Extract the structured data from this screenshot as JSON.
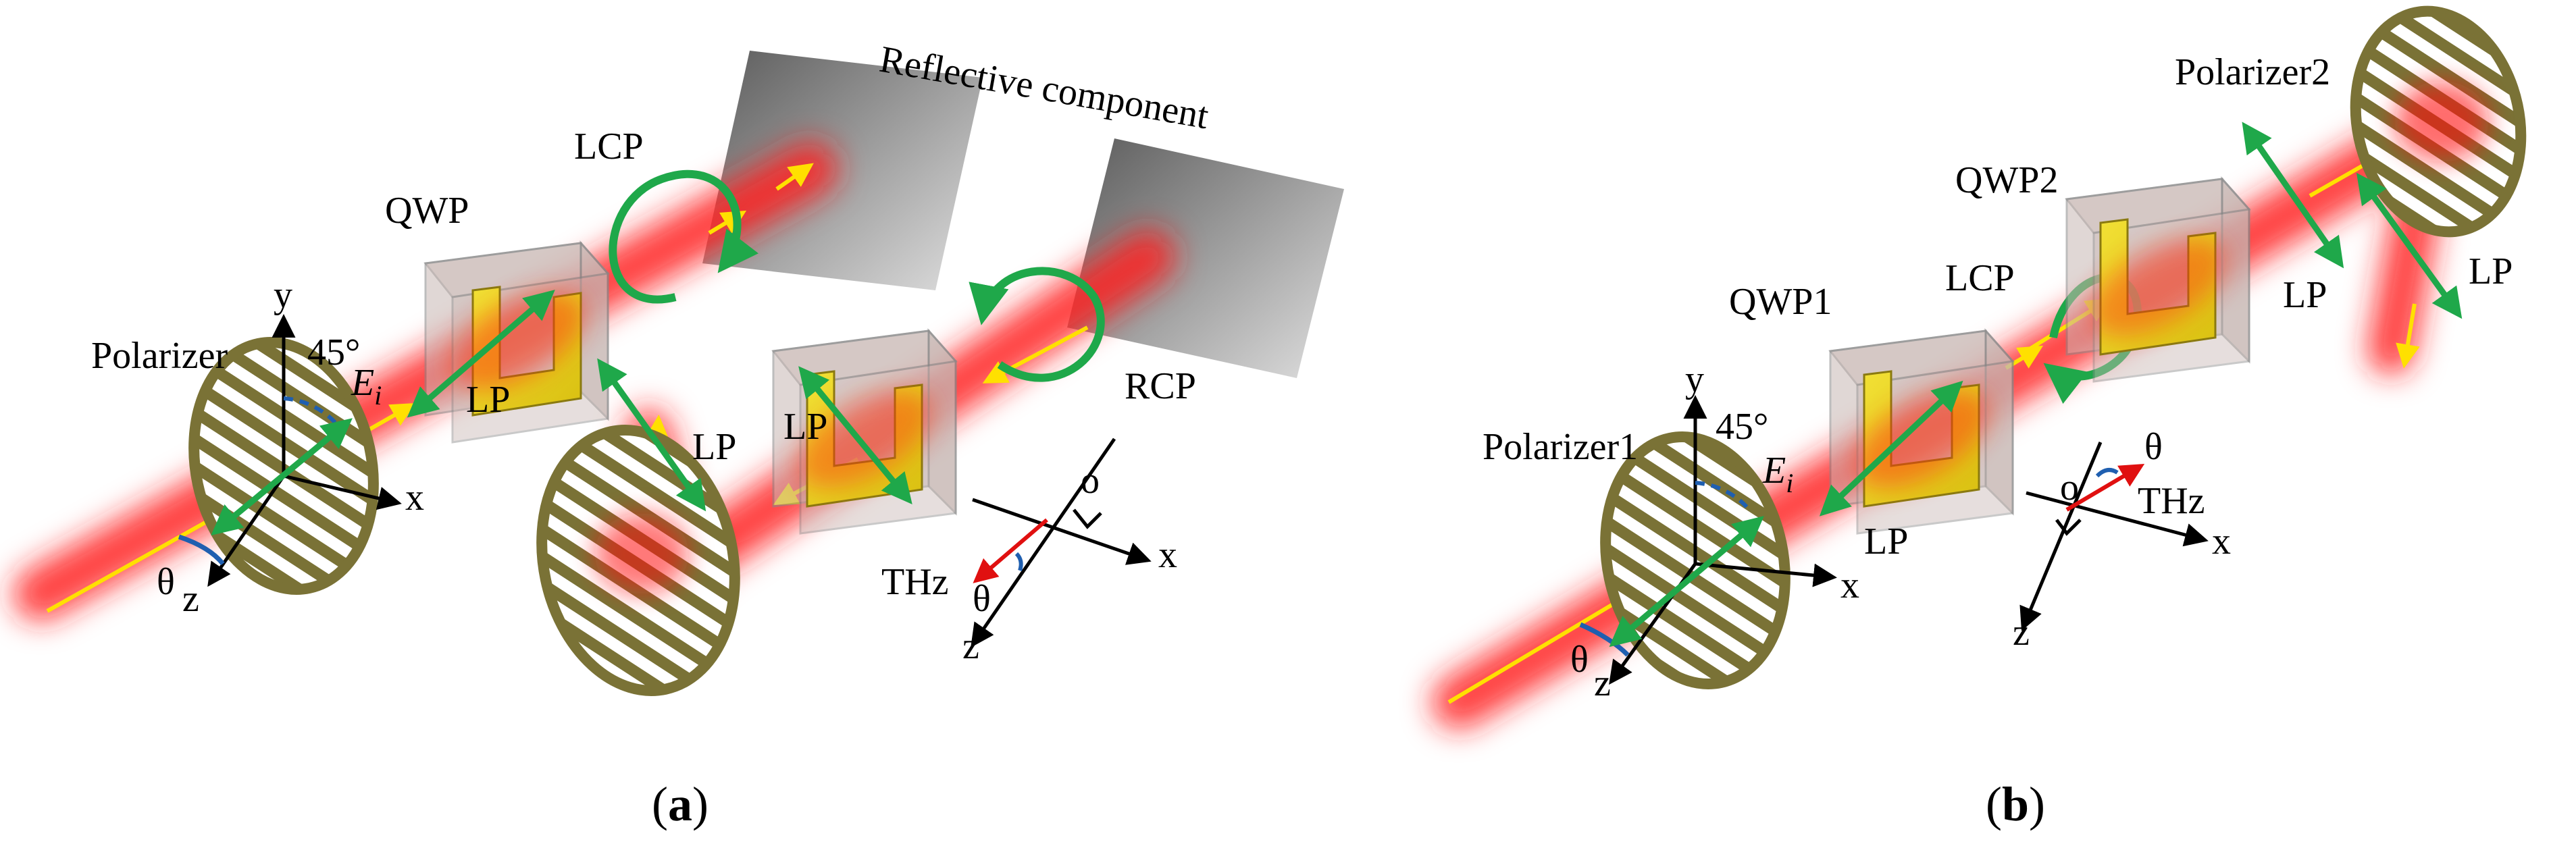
{
  "panel_a": {
    "caption_letter": "a",
    "polarizer": "Polarizer",
    "qwp": "QWP",
    "lcp": "LCP",
    "rcp": "RCP",
    "lp_1": "LP",
    "lp_2": "LP",
    "lp_3": "LP",
    "reflective_component": "Reflective component",
    "angle_45": "45°",
    "e_field": "E",
    "e_sub": "i",
    "axis_x": "x",
    "axis_y": "y",
    "axis_z": "z",
    "theta": "θ",
    "thz": "THz",
    "theta_2": "θ",
    "axis_x_2": "x",
    "axis_z_2": "z",
    "origin": "o"
  },
  "panel_b": {
    "caption_letter": "b",
    "polarizer_1": "Polarizer1",
    "polarizer_2": "Polarizer2",
    "qwp_1": "QWP1",
    "qwp_2": "QWP2",
    "lcp": "LCP",
    "lp_1": "LP",
    "lp_2": "LP",
    "lp_3": "LP",
    "angle_45": "45°",
    "e_field": "E",
    "e_sub": "i",
    "axis_x": "x",
    "axis_y": "y",
    "axis_z": "z",
    "theta": "θ",
    "thz": "THz",
    "theta_2": "θ",
    "axis_x_2": "x",
    "axis_z_2": "z",
    "origin": "o"
  },
  "colors": {
    "beam": "#ff2020",
    "arrow_yellow": "#ffe000",
    "arrow_green": "#1fa84a",
    "arrow_red": "#e01010",
    "arc_blue": "#1f5fb0",
    "polarizer_rim": "#7a7236",
    "qwp_glass": "#c8b8b4",
    "metasurface_gold": "#e6cf1e"
  }
}
